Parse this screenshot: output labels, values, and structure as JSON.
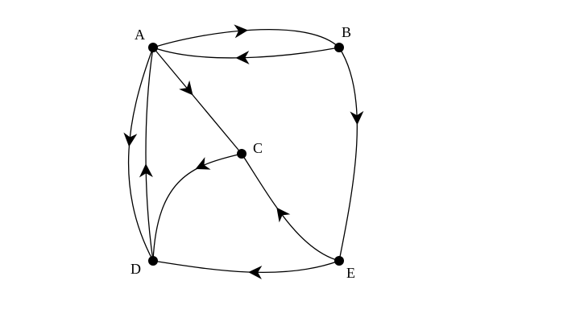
{
  "graph": {
    "type": "directed-graph",
    "colors": {
      "stroke": "#000000",
      "vertex": "#000000",
      "background": "#ffffff"
    },
    "vertices": [
      {
        "id": "A",
        "label": "A"
      },
      {
        "id": "B",
        "label": "B"
      },
      {
        "id": "C",
        "label": "C"
      },
      {
        "id": "D",
        "label": "D"
      },
      {
        "id": "E",
        "label": "E"
      }
    ],
    "edges": [
      {
        "id": "A-B",
        "from": "A",
        "to": "B"
      },
      {
        "id": "B-A",
        "from": "B",
        "to": "A"
      },
      {
        "id": "B-E",
        "from": "B",
        "to": "E"
      },
      {
        "id": "A-C",
        "from": "A",
        "to": "C"
      },
      {
        "id": "E-C",
        "from": "E",
        "to": "C"
      },
      {
        "id": "C-D",
        "from": "C",
        "to": "D"
      },
      {
        "id": "E-D",
        "from": "E",
        "to": "D"
      },
      {
        "id": "A-D",
        "from": "A",
        "to": "D"
      },
      {
        "id": "D-A",
        "from": "D",
        "to": "A"
      }
    ]
  }
}
